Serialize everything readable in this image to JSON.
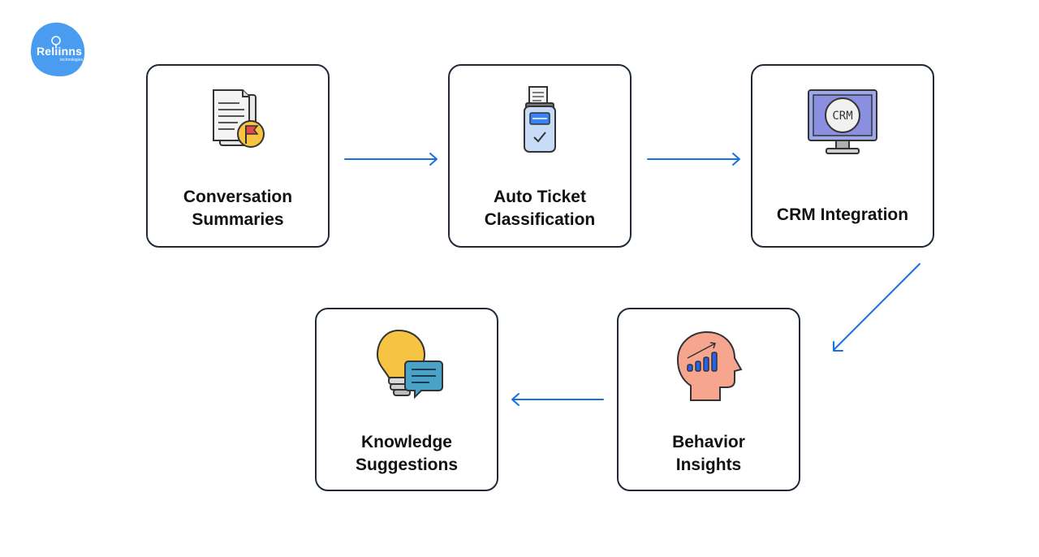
{
  "brand": {
    "name": "Reliinns",
    "tagline": "technologies"
  },
  "steps": [
    {
      "label_line1": "Conversation",
      "label_line2": "Summaries",
      "icon": "document-flag-icon"
    },
    {
      "label_line1": "Auto Ticket",
      "label_line2": "Classification",
      "icon": "ticket-icon"
    },
    {
      "label_line1": "CRM Integration",
      "label_line2": "",
      "icon": "crm-monitor-icon",
      "monitor_text": "CRM"
    },
    {
      "label_line1": "Behavior",
      "label_line2": "Insights",
      "icon": "head-chart-icon"
    },
    {
      "label_line1": "Knowledge",
      "label_line2": "Suggestions",
      "icon": "bulb-chat-icon"
    }
  ],
  "colors": {
    "arrow": "#1a6fe0",
    "border": "#1f2937",
    "logo": "#4a9cf0"
  }
}
